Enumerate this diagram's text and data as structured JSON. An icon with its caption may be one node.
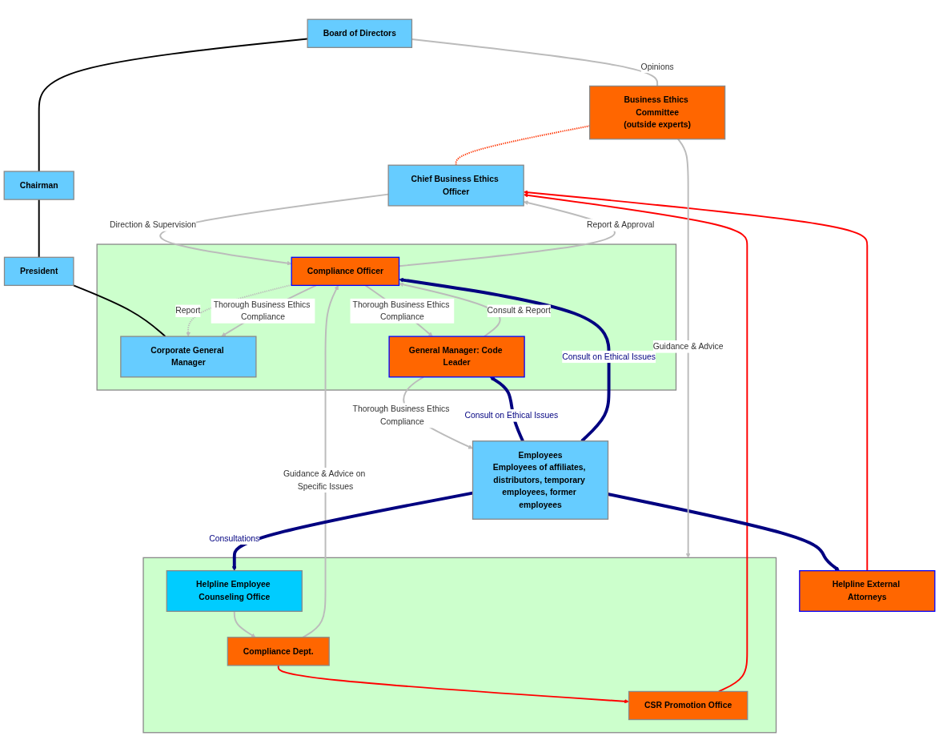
{
  "diagram": {
    "nodes": [
      {
        "text": [
          "Board of Directors"
        ]
      },
      {
        "text": [
          "Business Ethics Committee",
          "(outside experts)"
        ]
      },
      {
        "text": [
          "Chairman"
        ]
      },
      {
        "text": [
          "President"
        ]
      },
      {
        "text": [
          "Chief Business Ethics Officer"
        ]
      },
      {
        "text": [],
        "shape": "box"
      },
      {
        "text": [
          "Corporate General Manager"
        ],
        "in": 5
      },
      {
        "text": [
          "Compliance Officer"
        ],
        "in": 5
      },
      {
        "text": [
          "General Manager: Code Leader"
        ],
        "in": 5
      },
      {
        "text": [],
        "shape": "box"
      },
      {
        "text": [
          "CSR Promotion Office"
        ],
        "in": 9
      },
      {
        "text": [
          "Compliance Dept."
        ],
        "in": 9
      },
      {
        "text": [
          "Helpline Employee Counseling Office"
        ],
        "in": 9
      },
      {
        "text": [
          "Helpline External Attorneys"
        ]
      },
      {
        "text": [
          "Employees",
          "Employees of affiliates, distributors, temporary employees, former employees"
        ]
      }
    ],
    "edges": [
      {
        "from": 0,
        "to": 1,
        "arrow": "none",
        "label": "Opinions"
      },
      {
        "from": 0,
        "to": 2,
        "arrow": "none",
        "color": "#000000"
      },
      {
        "from": 2,
        "to": 3,
        "arrow": "none",
        "color": "#000000"
      },
      {
        "from": 3,
        "to": 6,
        "arrow": "none",
        "color": "#000000"
      },
      {
        "from": 1,
        "to": 4,
        "arrow": "none",
        "style": "dashed",
        "color": "#ff3300"
      },
      {
        "from": 1,
        "to": 9,
        "arrow": "to",
        "label": "Guidance & Advice"
      },
      {
        "from": 4,
        "to": 7,
        "arrow": "to",
        "label": "Direction & Supervision"
      },
      {
        "from": 7,
        "to": 4,
        "arrow": "to",
        "label": "Report & Approval"
      },
      {
        "from": 7,
        "to": 6,
        "arrow": "to",
        "style": "dashed",
        "label": "Report"
      },
      {
        "from": 7,
        "to": 6,
        "arrow": "to",
        "label": "Thorough Business Ethics Compliance"
      },
      {
        "from": 8,
        "to": 7,
        "arrow": "to",
        "label": "Consult & Report"
      },
      {
        "from": 7,
        "to": 8,
        "arrow": "to",
        "label": "Thorough Business Ethics Compliance"
      },
      {
        "from": 14,
        "to": 8,
        "arrow": "to",
        "style": "thick",
        "color": "#000080",
        "label": "Consult on Ethical Issues"
      },
      {
        "from": 8,
        "to": 14,
        "arrow": "to",
        "label": "Thorough Business Ethics Compliance"
      },
      {
        "from": 14,
        "to": 7,
        "arrow": "to",
        "style": "thick",
        "color": "#000080",
        "label": "Consult on Ethical Issues"
      },
      {
        "from": 11,
        "to": 7,
        "arrow": "to",
        "label": "Guidance & Advice on Specific Issues"
      },
      {
        "from": 11,
        "to": 10,
        "arrow": "to",
        "color": "#ff0000"
      },
      {
        "from": 10,
        "to": 4,
        "arrow": "to",
        "color": "#ff0000"
      },
      {
        "from": 12,
        "to": 11,
        "arrow": "to"
      },
      {
        "from": 14,
        "to": 12,
        "arrow": "to",
        "style": "thick",
        "color": "#000080",
        "label": "Consultations"
      },
      {
        "from": 14,
        "to": 13,
        "arrow": "to",
        "style": "thick",
        "color": "#000080"
      },
      {
        "from": 13,
        "to": 4,
        "arrow": "to",
        "color": "#ff0000"
      }
    ]
  }
}
